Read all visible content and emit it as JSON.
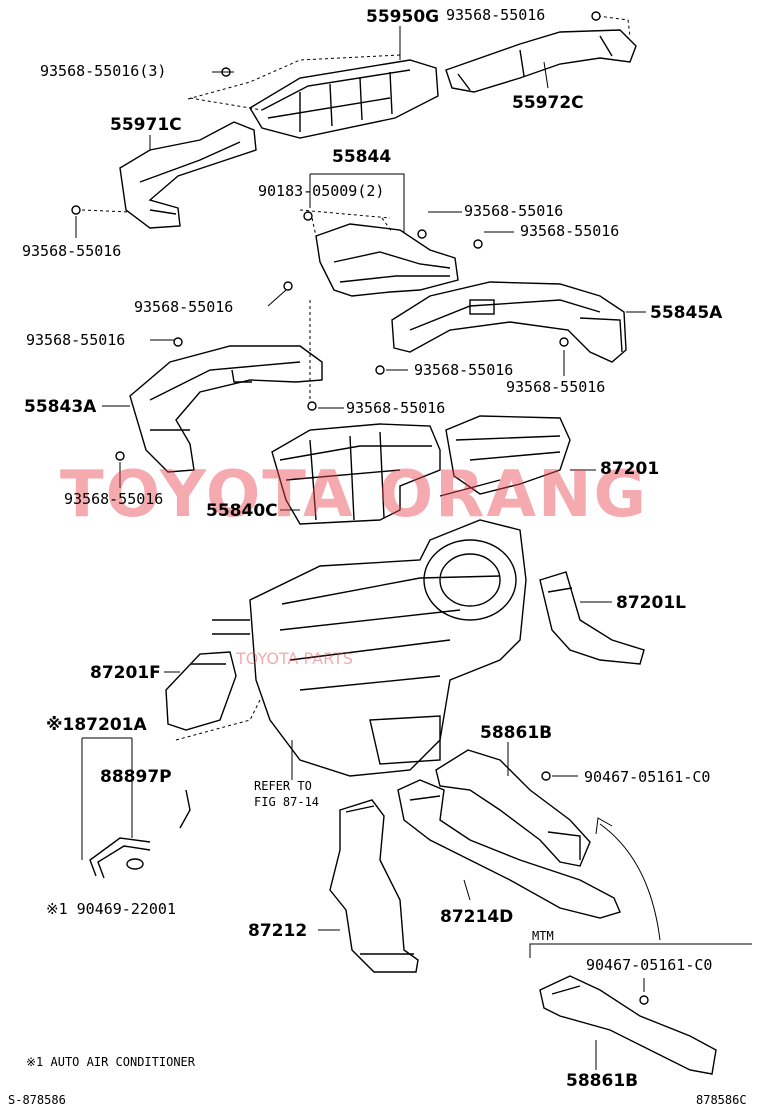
{
  "labels": {
    "p55950G": "55950G",
    "p93568_top_right": "93568-55016",
    "p93568_3": "93568-55016(3)",
    "p55972C": "55972C",
    "p55971C": "55971C",
    "p93568_left1": "93568-55016",
    "p55844": "55844",
    "p90183": "90183-05009(2)",
    "p93568_mid1": "93568-55016",
    "p93568_mid2": "93568-55016",
    "p93568_mid3": "93568-55016",
    "p55845A": "55845A",
    "p93568_mid4": "93568-55016",
    "p93568_mid5": "93568-55016",
    "p93568_mid6": "93568-55016",
    "p55843A": "55843A",
    "p93568_mid7": "93568-55016",
    "p93568_left2": "93568-55016",
    "p87201": "87201",
    "p55840C": "55840C",
    "p87201L": "87201L",
    "p87201F": "87201F",
    "p87201A": "※187201A",
    "p88897P": "88897P",
    "p58861B_top": "58861B",
    "p90467_1": "90467-05161-C0",
    "refer1": "REFER TO",
    "refer2": "FIG 87-14",
    "p90469": "※1 90469-22001",
    "p87214D": "87214D",
    "p87212": "87212",
    "mtm": "MTM",
    "p90467_2": "90467-05161-C0",
    "p58861B_bottom": "58861B",
    "footnote": "※1 AUTO AIR CONDITIONER",
    "code_left": "S-878586",
    "code_right": "878586C"
  },
  "watermark": {
    "main": "TOYOTA ORANG",
    "sub": "TOYOTA PARTS"
  },
  "colors": {
    "ink": "#000000",
    "watermark": "#e8444d"
  }
}
